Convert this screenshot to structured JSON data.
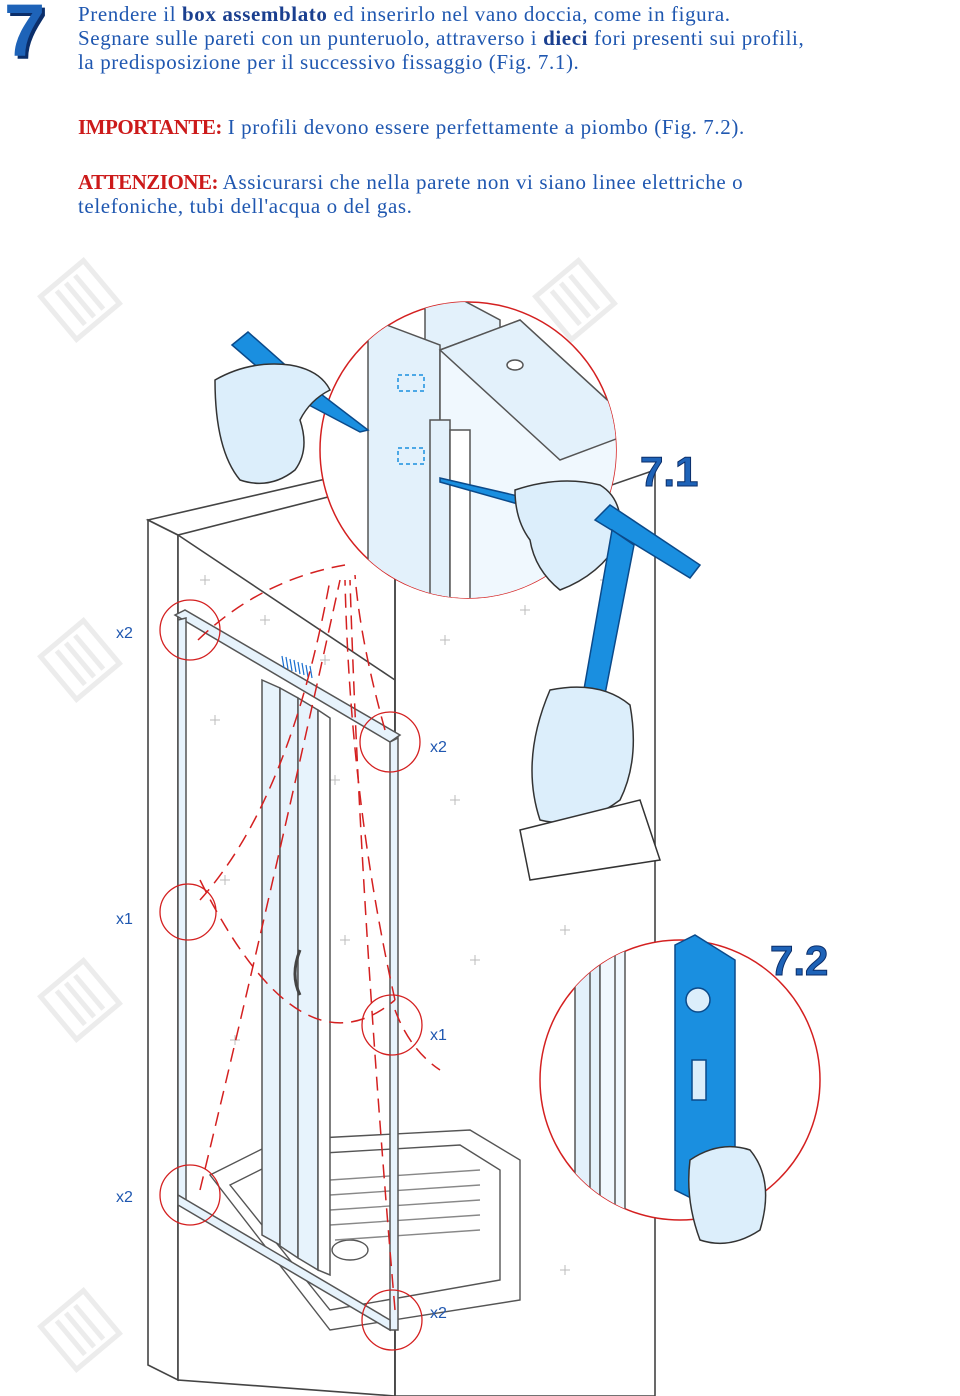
{
  "step": {
    "number": "7"
  },
  "para1": {
    "l1a": "Prendere il ",
    "l1b": "box assemblato",
    "l1c": " ed inserirlo nel vano doccia, come in figura.",
    "l2a": "Segnare sulle pareti con un punteruolo, attraverso i ",
    "l2b": "dieci",
    "l2c": " fori presenti sui profili,",
    "l3": "la predisposizione per il successivo fissaggio (Fig. 7.1)."
  },
  "para2": {
    "label": "IMPORTANTE:",
    "text": " I profili devono essere perfettamente a piombo (Fig. 7.2)."
  },
  "para3": {
    "label": "ATTENZIONE:",
    "text1": " Assicurarsi che nella parete non vi siano linee elettriche o",
    "text2": "telefoniche, tubi dell'acqua o del gas."
  },
  "figures": {
    "fig1": "7.1",
    "fig2": "7.2"
  },
  "counts": {
    "top_left": "x2",
    "top_right": "x2",
    "mid_left": "x1",
    "mid_right": "x1",
    "bottom_left": "x2",
    "bottom_right": "x2"
  },
  "colors": {
    "text_blue": "#1f57b0",
    "tool_blue": "#1a8fe0",
    "glove": "#dceefb",
    "profile": "#e3f1fb",
    "red_marks": "#d42020",
    "watermark": "#eeeeee"
  }
}
